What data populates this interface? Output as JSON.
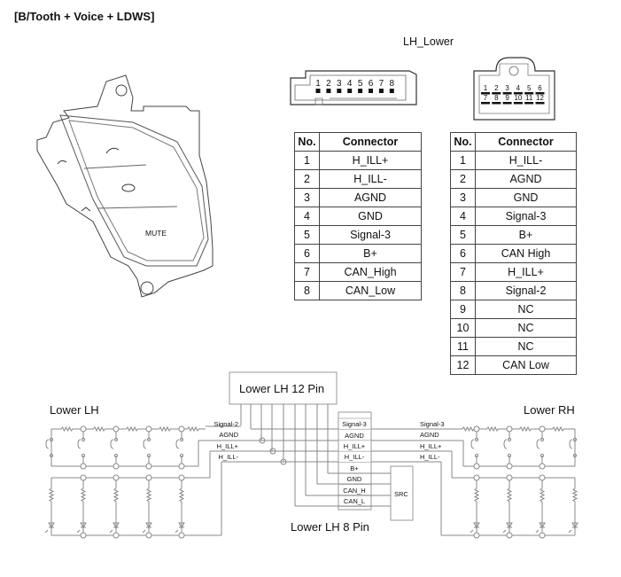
{
  "title": "[B/Tooth + Voice + LDWS]",
  "connector_view_title": "LH_Lower",
  "connector_8pin": {
    "pins": [
      "1",
      "2",
      "3",
      "4",
      "5",
      "6",
      "7",
      "8"
    ]
  },
  "connector_12pin": {
    "pins_top": [
      "1",
      "2",
      "3",
      "4",
      "5",
      "6"
    ],
    "pins_bottom": [
      "7",
      "8",
      "9",
      "10",
      "11",
      "12"
    ]
  },
  "switch_button_labels": {
    "mute": "MUTE"
  },
  "table_8pin": {
    "headers": [
      "No.",
      "Connector"
    ],
    "rows": [
      [
        "1",
        "H_ILL+"
      ],
      [
        "2",
        "H_ILL-"
      ],
      [
        "3",
        "AGND"
      ],
      [
        "4",
        "GND"
      ],
      [
        "5",
        "Signal-3"
      ],
      [
        "6",
        "B+"
      ],
      [
        "7",
        "CAN_High"
      ],
      [
        "8",
        "CAN_Low"
      ]
    ]
  },
  "table_12pin": {
    "headers": [
      "No.",
      "Connector"
    ],
    "rows": [
      [
        "1",
        "H_ILL-"
      ],
      [
        "2",
        "AGND"
      ],
      [
        "3",
        "GND"
      ],
      [
        "4",
        "Signal-3"
      ],
      [
        "5",
        "B+"
      ],
      [
        "6",
        "CAN High"
      ],
      [
        "7",
        "H_ILL+"
      ],
      [
        "8",
        "Signal-2"
      ],
      [
        "9",
        "NC"
      ],
      [
        "10",
        "NC"
      ],
      [
        "11",
        "NC"
      ],
      [
        "12",
        "CAN Low"
      ]
    ]
  },
  "schematic": {
    "lower_lh_label": "Lower LH",
    "lower_rh_label": "Lower RH",
    "box_12pin_label": "Lower LH 12 Pin",
    "box_8pin_label": "Lower LH 8 Pin",
    "src_label": "SRC",
    "left_wire_labels": [
      "Signal-2",
      "AGND",
      "H_ILL+",
      "H_ILL-"
    ],
    "right_wire_labels": [
      "Signal-3",
      "AGND",
      "H_ILL+",
      "H_ILL-"
    ],
    "pin8_labels": [
      "Signal-3",
      "AGND",
      "H_ILL+",
      "H_ILL-",
      "B+",
      "GND",
      "CAN_H",
      "CAN_L"
    ],
    "lh_switch_count": 5,
    "rh_switch_count": 4
  }
}
